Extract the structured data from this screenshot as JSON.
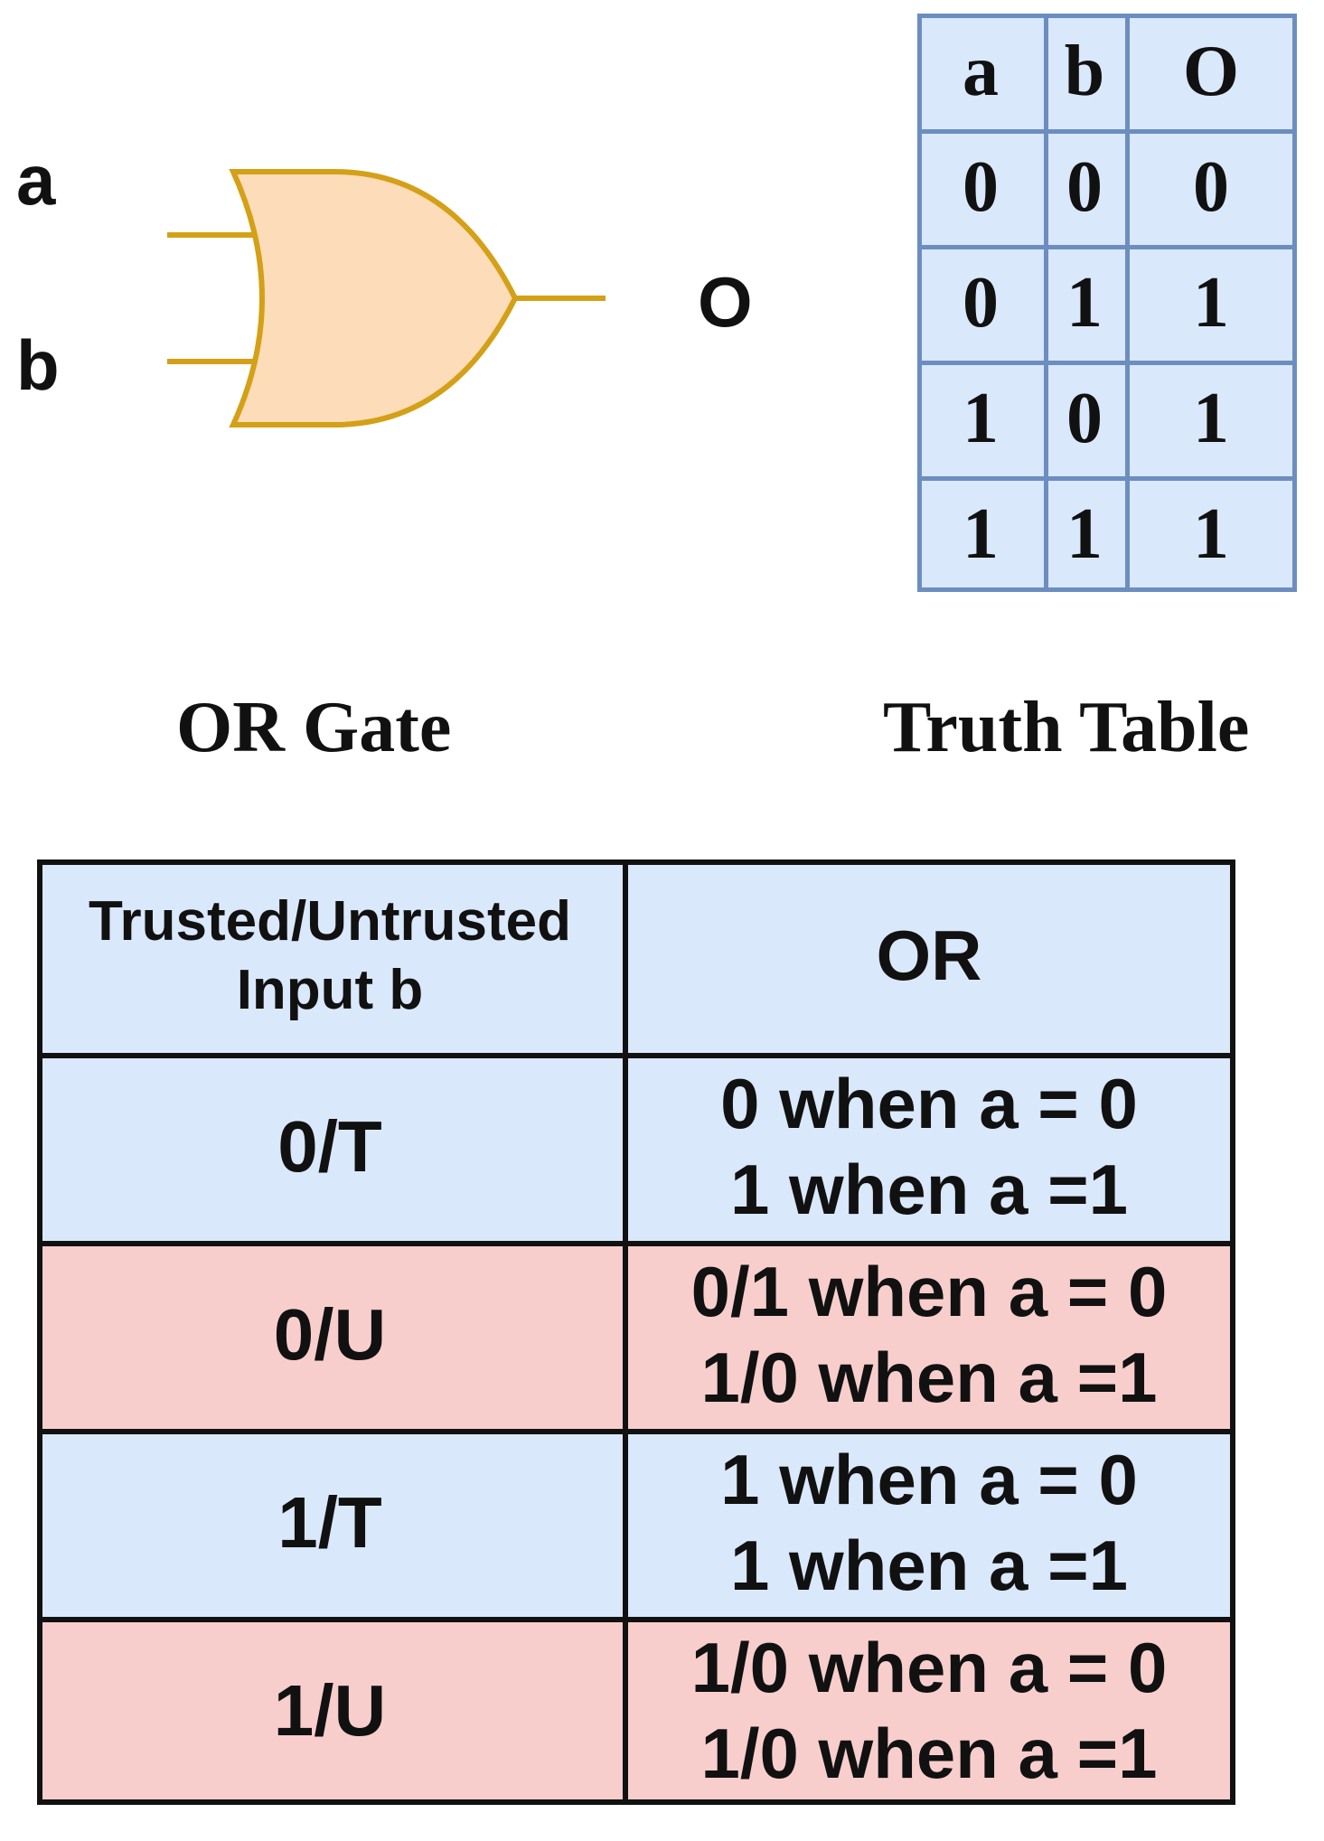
{
  "gate": {
    "input_a": "a",
    "input_b": "b",
    "output": "O",
    "caption": "OR Gate",
    "fill_color": "#FDDCBA",
    "stroke_color": "#D4A017"
  },
  "truth_table": {
    "caption": "Truth Table",
    "headers": [
      "a",
      "b",
      "O"
    ],
    "rows": [
      [
        "0",
        "0",
        "0"
      ],
      [
        "0",
        "1",
        "1"
      ],
      [
        "1",
        "0",
        "1"
      ],
      [
        "1",
        "1",
        "1"
      ]
    ],
    "fill_color": "#DAE8FC",
    "border_color": "#6C8EBF"
  },
  "trust_table": {
    "headers": {
      "col1_line1": "Trusted/Untrusted",
      "col1_line2": "Input b",
      "col2": "OR"
    },
    "rows": [
      {
        "input": "0/T",
        "line1": "0 when a = 0",
        "line2": "1 when a =1",
        "status": "trusted"
      },
      {
        "input": "0/U",
        "line1": "0/1 when a = 0",
        "line2": "1/0 when a =1",
        "status": "untrusted"
      },
      {
        "input": "1/T",
        "line1": "1 when a = 0",
        "line2": "1 when a =1",
        "status": "trusted"
      },
      {
        "input": "1/U",
        "line1": "1/0 when a = 0",
        "line2": "1/0 when a =1",
        "status": "untrusted"
      }
    ],
    "colors": {
      "trusted": "#DAE8FC",
      "untrusted": "#F8CECC",
      "border": "#111111"
    }
  }
}
